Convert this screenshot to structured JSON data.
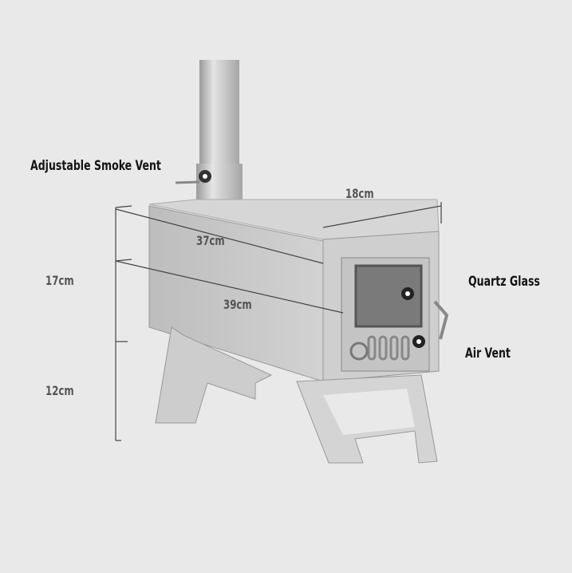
{
  "labels": {
    "smoke_vent": "Adjustable Smoke Vent",
    "quartz_glass": "Quartz Glass",
    "air_vent": "Air Vent"
  },
  "dimensions": {
    "width_top": "18cm",
    "length_top": "37cm",
    "length_bottom": "39cm",
    "height_body": "17cm",
    "height_legs": "12cm"
  }
}
